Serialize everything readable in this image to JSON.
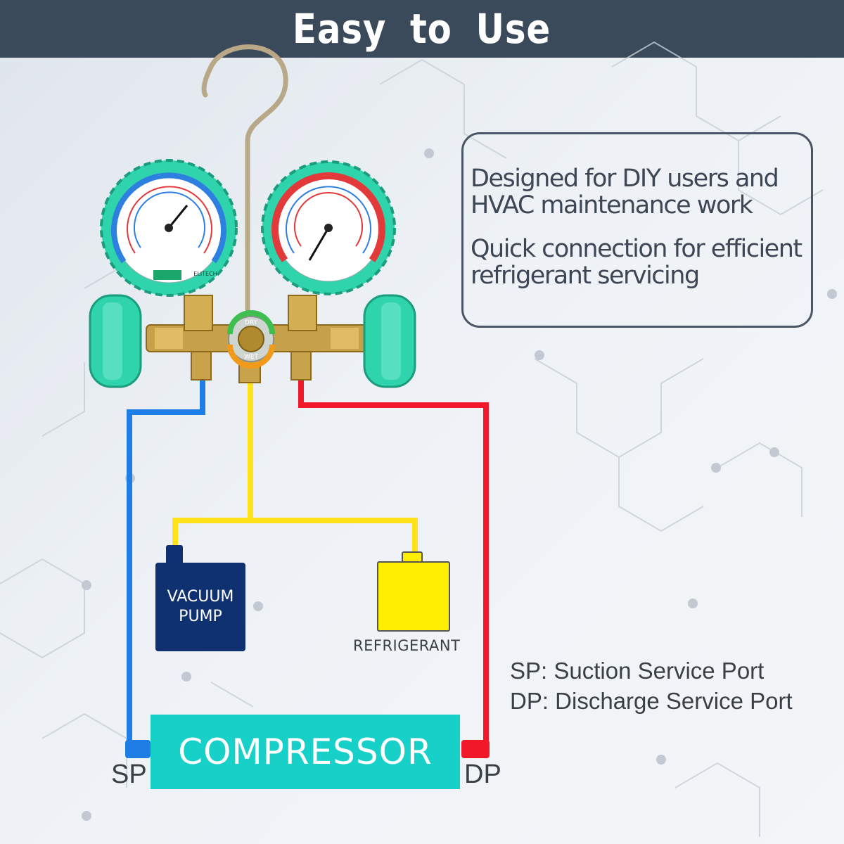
{
  "banner": {
    "title": "Easy to Use"
  },
  "info_box": {
    "paragraphs": [
      "Designed for DIY users and HVAC maintenance work",
      "Quick connection for efficient refrigerant servicing"
    ]
  },
  "components": {
    "vacuum_pump": "VACUUM\nPUMP",
    "refrigerant": "REFRIGERANT",
    "compressor": "COMPRESSOR"
  },
  "ports": {
    "sp": "SP",
    "dp": "DP"
  },
  "legend": [
    "SP: Suction Service Port",
    "DP: Discharge Service Port"
  ],
  "gauges": {
    "low": {
      "brand_text": "ELITECH"
    },
    "high": {
      "brand_text": ""
    }
  },
  "valve": {
    "top_text": "DRY",
    "bottom_text": "WET"
  },
  "colors": {
    "banner": "#3b4a5a",
    "suction_line": "#1e7ee6",
    "discharge_line": "#f0192a",
    "charging_line": "#ffe21a",
    "compressor": "#17d1c8",
    "gauge_bezel": "#2fd3ac",
    "vacuum_pump": "#0f3170",
    "refrigerant_tank": "#ffee00"
  }
}
